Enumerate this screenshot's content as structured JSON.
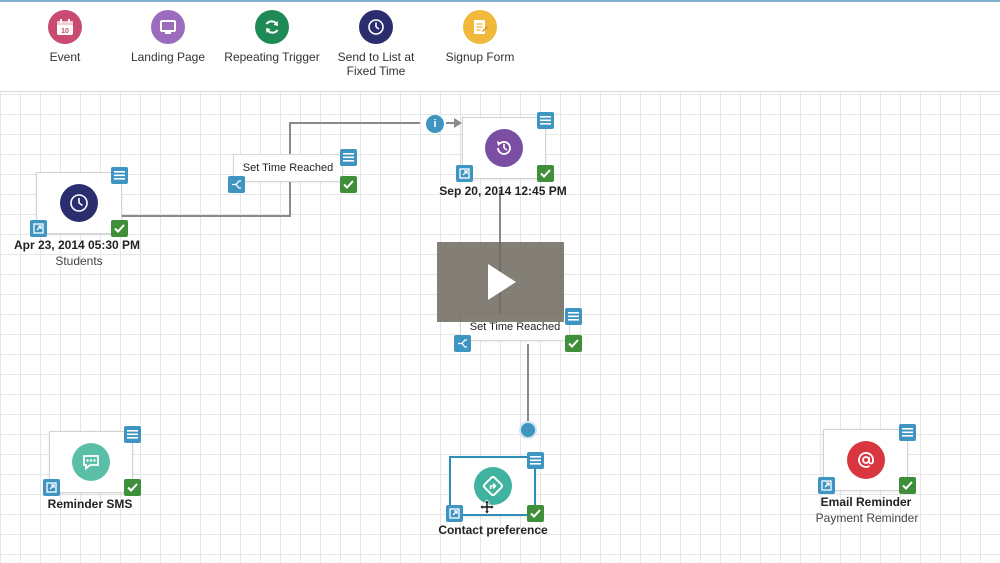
{
  "toolbar": {
    "items": [
      {
        "label": "Event",
        "icon": "calendar-icon",
        "color": "#c94b72"
      },
      {
        "label": "Landing Page",
        "icon": "monitor-icon",
        "color": "#9b6bbd"
      },
      {
        "label": "Repeating Trigger",
        "icon": "refresh-icon",
        "color": "#1f8a55"
      },
      {
        "label": "Send to List at\nFixed Time",
        "icon": "clock-icon",
        "color": "#2b2e6e"
      },
      {
        "label": "Signup Form",
        "icon": "form-icon",
        "color": "#f1b93c"
      }
    ]
  },
  "flow": {
    "fixed_time_node": {
      "title": "Apr 23, 2014 05:30 PM",
      "subtitle": "Students",
      "icon": "clock-icon",
      "color": "#2b2e6e"
    },
    "condition_1": {
      "label": "Set Time Reached"
    },
    "history_node": {
      "title": "Sep 20, 2014 12:45 PM",
      "icon": "history-icon",
      "color": "#7b4da3"
    },
    "condition_2": {
      "label": "Set Time Reached"
    },
    "contact_node": {
      "title": "Contact preference",
      "icon": "direction-icon",
      "color": "#3fb39e"
    },
    "sms_node": {
      "title": "Reminder SMS",
      "icon": "chat-icon",
      "color": "#5bbfa8"
    },
    "email_node": {
      "title": "Email Reminder",
      "subtitle": "Payment Reminder",
      "icon": "at-icon",
      "color": "#d9373f"
    },
    "info_port": {
      "label": "i"
    }
  },
  "colors": {
    "accent": "#3e95c2",
    "check": "#3f8f3a",
    "connector": "#8a8a8a",
    "grid": "#e6e6e6"
  },
  "video": {
    "control": "play-icon"
  }
}
